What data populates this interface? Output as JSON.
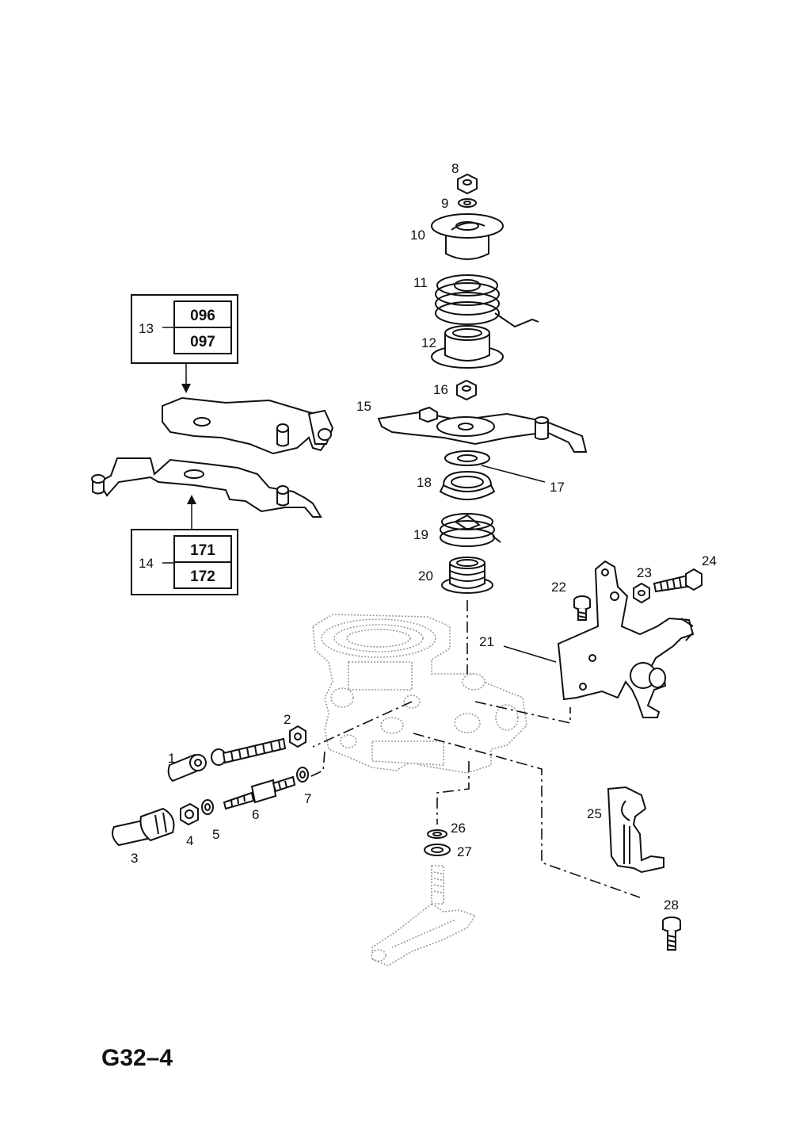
{
  "diagram": {
    "code": "G32–4",
    "labels": {
      "l1": "1",
      "l2": "2",
      "l3": "3",
      "l4": "4",
      "l5": "5",
      "l6": "6",
      "l7": "7",
      "l8": "8",
      "l9": "9",
      "l10": "10",
      "l11": "11",
      "l12": "12",
      "l13": "13",
      "l14": "14",
      "l15": "15",
      "l16": "16",
      "l17": "17",
      "l18": "18",
      "l19": "19",
      "l20": "20",
      "l21": "21",
      "l22": "22",
      "l23": "23",
      "l24": "24",
      "l25": "25",
      "l26": "26",
      "l27": "27",
      "l28": "28"
    },
    "box13": {
      "top": "096",
      "bottom": "097"
    },
    "box14": {
      "top": "171",
      "bottom": "172"
    }
  }
}
